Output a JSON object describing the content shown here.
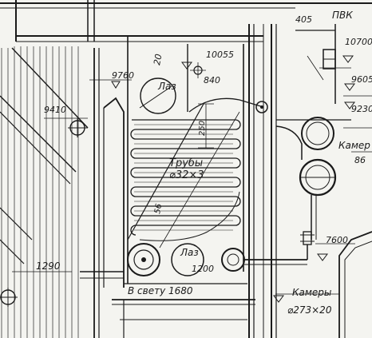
{
  "labels": {
    "pvk": "ПВК",
    "elev_405": "405",
    "elev_10700": "10700",
    "elev_10055": "10055",
    "elev_840": "840",
    "elev_20": "20",
    "elev_9760": "9760",
    "laz_top": "Лаз",
    "elev_9605": "9605",
    "elev_9410": "9410",
    "elev_9230": "9230",
    "dim_250": "250",
    "kamera": "Камер",
    "elev_86": "86",
    "truby": "Трубы",
    "truby_size": "⌀32×3",
    "dim_56": "56",
    "laz_bottom": "Лаз",
    "dim_1200": "1200",
    "elev_7600": "7600",
    "elev_1290": "1290",
    "v_svetu": "В свету 1680",
    "kamery": "Камеры",
    "kamery_size": "⌀273×20"
  }
}
